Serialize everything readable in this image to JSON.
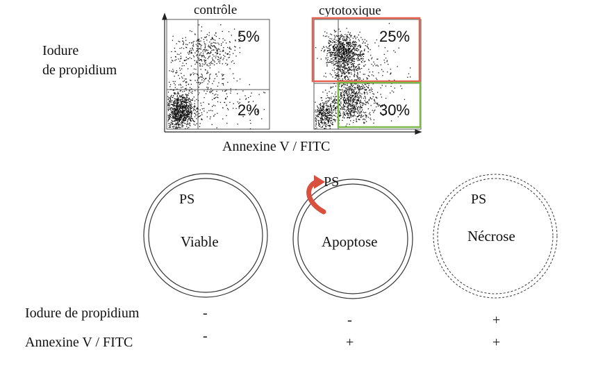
{
  "flow_cytometry": {
    "y_axis_label_line1": "Iodure",
    "y_axis_label_line2": "de propidium",
    "x_axis_label": "Annexine V / FITC",
    "panels": [
      {
        "title": "contrôle",
        "upper_right": "5%",
        "lower_right": "2%"
      },
      {
        "title": "cytotoxique",
        "upper_right": "25%",
        "lower_right": "30%"
      }
    ],
    "highlight_colors": {
      "necrotic_box": "#e8604e",
      "apoptotic_box": "#7bb84a"
    }
  },
  "cells": [
    {
      "label": "Viable",
      "ps_label": "PS",
      "membrane": "double-solid"
    },
    {
      "label": "Apoptose",
      "ps_label": "PS",
      "membrane": "double-solid-flip",
      "arrow_color": "#d9503f"
    },
    {
      "label": "Nécrose",
      "ps_label": "PS",
      "membrane": "double-dashed"
    }
  ],
  "table": {
    "rows": [
      {
        "label": "Iodure de propidium",
        "values": [
          "-",
          "-",
          "+"
        ]
      },
      {
        "label": "Annexine V / FITC",
        "values": [
          "-",
          "+",
          "+"
        ]
      }
    ]
  }
}
